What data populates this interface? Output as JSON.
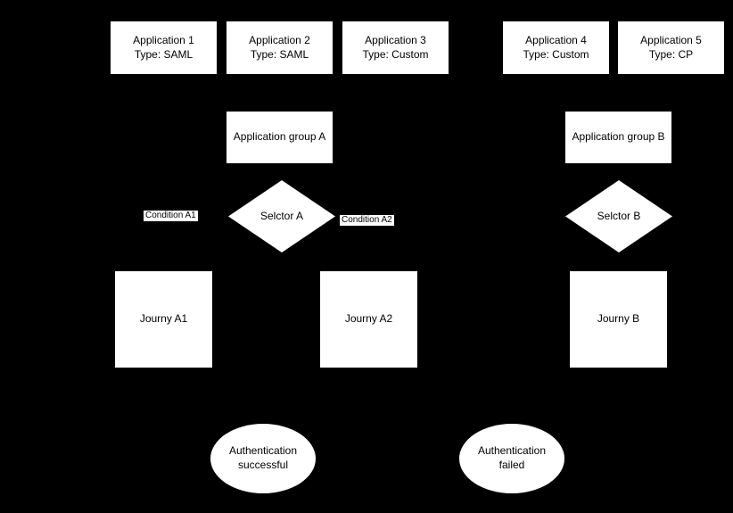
{
  "diagram": {
    "background_color": "#000000",
    "shape_fill_color": "#ffffff",
    "text_color": "#000000",
    "applications": [
      {
        "name": "Application 1",
        "type": "Type: SAML"
      },
      {
        "name": "Application 2",
        "type": "Type: SAML"
      },
      {
        "name": "Application 3",
        "type": "Type: Custom"
      },
      {
        "name": "Application 4",
        "type": "Type: Custom"
      },
      {
        "name": "Application 5",
        "type": "Type: CP"
      }
    ],
    "groups": [
      {
        "label": "Application group A"
      },
      {
        "label": "Application group B"
      }
    ],
    "selectors": [
      {
        "label": "Selctor A"
      },
      {
        "label": "Selctor B"
      }
    ],
    "conditions": [
      {
        "label": "Condition A1"
      },
      {
        "label": "Condition A2"
      }
    ],
    "journeys": [
      {
        "label": "Journy A1"
      },
      {
        "label": "Journy A2"
      },
      {
        "label": "Journy B"
      }
    ],
    "outcomes": [
      {
        "line1": "Authentication",
        "line2": "successful"
      },
      {
        "line1": "Authentication",
        "line2": "failed"
      }
    ]
  }
}
